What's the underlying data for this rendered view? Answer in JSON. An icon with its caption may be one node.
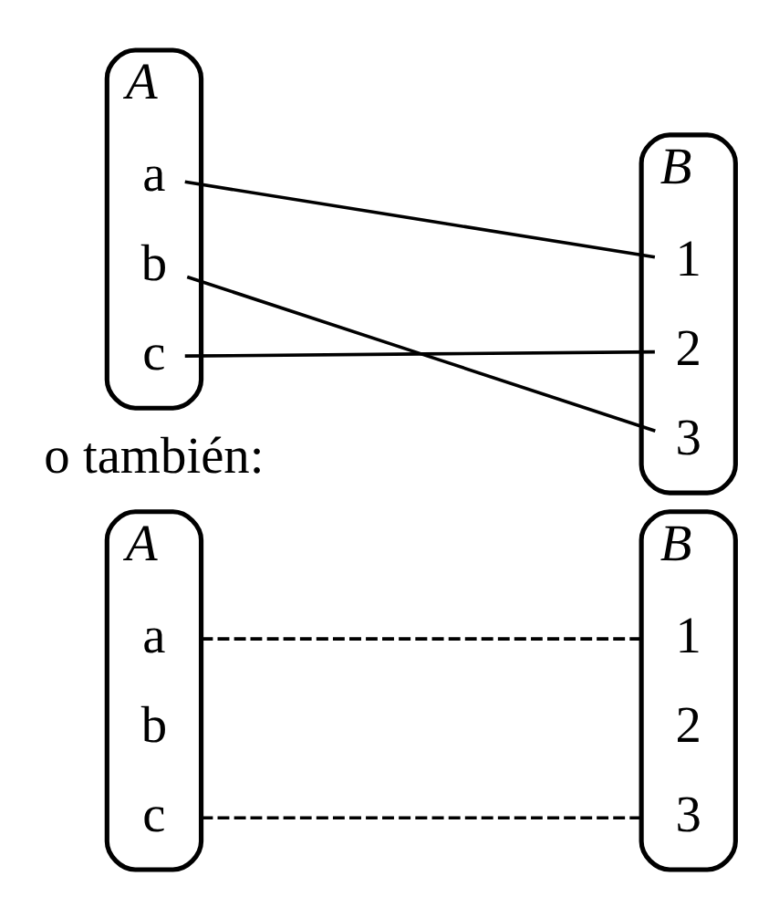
{
  "diagram": {
    "nodes": [
      {
        "text": [
          "A"
        ]
      },
      {
        "text": [
          "a"
        ],
        "in": 0
      },
      {
        "text": [
          "b"
        ],
        "in": 0
      },
      {
        "text": [
          "c"
        ],
        "in": 0
      },
      {
        "text": [
          "B"
        ]
      },
      {
        "text": [
          "1"
        ],
        "in": 4
      },
      {
        "text": [
          "2"
        ],
        "in": 4
      },
      {
        "text": [
          "3"
        ],
        "in": 4
      },
      {
        "text": [
          "A"
        ]
      },
      {
        "text": [
          "a"
        ],
        "in": 8
      },
      {
        "text": [
          "b"
        ],
        "in": 8
      },
      {
        "text": [
          "c"
        ],
        "in": 8
      },
      {
        "text": [
          "B"
        ]
      },
      {
        "text": [
          "1"
        ],
        "in": 12
      },
      {
        "text": [
          "2"
        ],
        "in": 12
      },
      {
        "text": [
          "3"
        ],
        "in": 12
      }
    ],
    "edges": [
      {
        "from": 1,
        "to": 5,
        "arrow": "none"
      },
      {
        "from": 2,
        "to": 7,
        "arrow": "none"
      },
      {
        "from": 3,
        "to": 6,
        "arrow": "none"
      },
      {
        "from": 8,
        "to": 12,
        "arrow": "none",
        "style": "dashed"
      },
      {
        "from": 8,
        "to": 12,
        "arrow": "none",
        "style": "dashed"
      }
    ],
    "labels": [
      "o también:"
    ]
  }
}
